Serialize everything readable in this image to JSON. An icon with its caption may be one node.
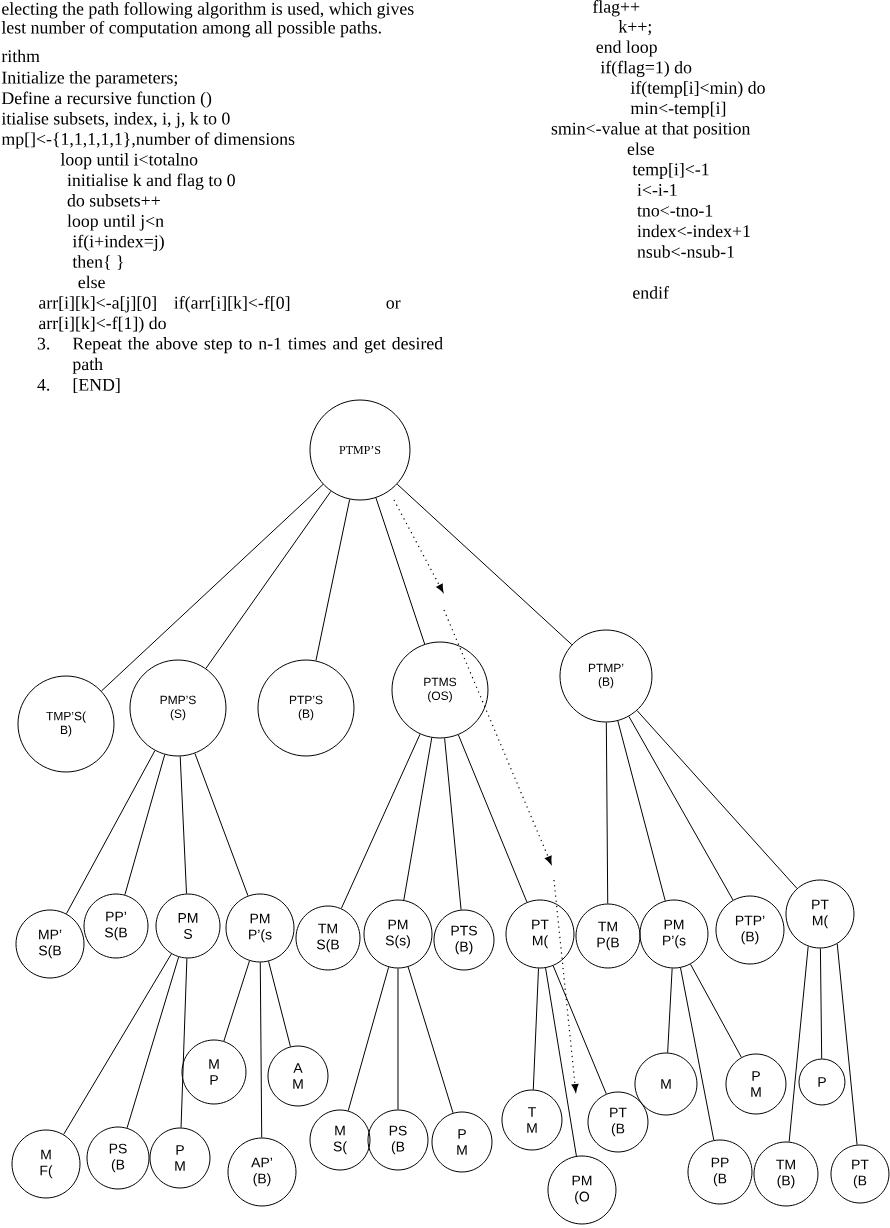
{
  "diagram": {
    "nodes": [
      {
        "text": [
          "PTMP’S"
        ]
      },
      {
        "text": [
          "TMP’S( B)"
        ]
      },
      {
        "text": [
          "PMP’S (S)"
        ]
      },
      {
        "text": [
          "PTP’S (B)"
        ]
      },
      {
        "text": [
          "PTMS (OS)"
        ]
      },
      {
        "text": [
          "PTMP’ (B)"
        ]
      },
      {
        "text": [
          "MP’ S(B"
        ]
      },
      {
        "text": [
          "PP’ S(B"
        ]
      },
      {
        "text": [
          "PM S"
        ]
      },
      {
        "text": [
          "PM P’(s"
        ]
      },
      {
        "text": [
          "TM S(B"
        ]
      },
      {
        "text": [
          "PM S(s)"
        ]
      },
      {
        "text": [
          "PTS (B)"
        ]
      },
      {
        "text": [
          "PT M("
        ]
      },
      {
        "text": [
          "TM P(B"
        ]
      },
      {
        "text": [
          "PM P’(s"
        ]
      },
      {
        "text": [
          "PTP’ (B)"
        ]
      },
      {
        "text": [
          "PT M("
        ]
      },
      {
        "text": [
          "M F("
        ]
      },
      {
        "text": [
          "PS (B"
        ]
      },
      {
        "text": [
          "P M"
        ]
      },
      {
        "text": [
          "M P"
        ]
      },
      {
        "text": [
          "AP’ (B)"
        ]
      },
      {
        "text": [
          "A M"
        ]
      },
      {
        "text": [
          "M S("
        ]
      },
      {
        "text": [
          "PS (B"
        ]
      },
      {
        "text": [
          "P M"
        ]
      },
      {
        "text": [
          "T M"
        ]
      },
      {
        "text": [
          "PM (O"
        ]
      },
      {
        "text": [
          "PT (B"
        ]
      },
      {
        "text": [
          "M"
        ]
      },
      {
        "text": [
          "PP (B"
        ]
      },
      {
        "text": [
          "P M"
        ]
      },
      {
        "text": [
          "TM (B)"
        ]
      },
      {
        "text": [
          "P"
        ]
      },
      {
        "text": [
          "PT (B"
        ]
      }
    ],
    "edges": [
      {
        "from": 0,
        "to": 1,
        "arrow": "none"
      },
      {
        "from": 0,
        "to": 2,
        "arrow": "none"
      },
      {
        "from": 0,
        "to": 3,
        "arrow": "none"
      },
      {
        "from": 0,
        "to": 4,
        "arrow": "none"
      },
      {
        "from": 0,
        "to": 5,
        "arrow": "none"
      },
      {
        "from": 2,
        "to": 6,
        "arrow": "none"
      },
      {
        "from": 2,
        "to": 7,
        "arrow": "none"
      },
      {
        "from": 2,
        "to": 8,
        "arrow": "none"
      },
      {
        "from": 2,
        "to": 9,
        "arrow": "none"
      },
      {
        "from": 4,
        "to": 10,
        "arrow": "none"
      },
      {
        "from": 4,
        "to": 11,
        "arrow": "none"
      },
      {
        "from": 4,
        "to": 12,
        "arrow": "none"
      },
      {
        "from": 4,
        "to": 13,
        "arrow": "none"
      },
      {
        "from": 5,
        "to": 14,
        "arrow": "none"
      },
      {
        "from": 5,
        "to": 15,
        "arrow": "none"
      },
      {
        "from": 5,
        "to": 16,
        "arrow": "none"
      },
      {
        "from": 5,
        "to": 17,
        "arrow": "none"
      },
      {
        "from": 8,
        "to": 18,
        "arrow": "none"
      },
      {
        "from": 8,
        "to": 19,
        "arrow": "none"
      },
      {
        "from": 8,
        "to": 20,
        "arrow": "none"
      },
      {
        "from": 9,
        "to": 21,
        "arrow": "none"
      },
      {
        "from": 9,
        "to": 22,
        "arrow": "none"
      },
      {
        "from": 9,
        "to": 23,
        "arrow": "none"
      },
      {
        "from": 11,
        "to": 24,
        "arrow": "none"
      },
      {
        "from": 11,
        "to": 25,
        "arrow": "none"
      },
      {
        "from": 11,
        "to": 26,
        "arrow": "none"
      },
      {
        "from": 13,
        "to": 27,
        "arrow": "none"
      },
      {
        "from": 13,
        "to": 28,
        "arrow": "none"
      },
      {
        "from": 13,
        "to": 29,
        "arrow": "none"
      },
      {
        "from": 15,
        "to": 30,
        "arrow": "none"
      },
      {
        "from": 15,
        "to": 31,
        "arrow": "none"
      },
      {
        "from": 15,
        "to": 32,
        "arrow": "none"
      },
      {
        "from": 17,
        "to": 33,
        "arrow": "none"
      },
      {
        "from": 17,
        "to": 34,
        "arrow": "none"
      },
      {
        "from": 17,
        "to": 35,
        "arrow": "none"
      }
    ],
    "labels": [
      "electing the path following algorithm is used, which gives",
      "lest number of computation among all possible paths.",
      "rithm",
      "Initialize the parameters;",
      "Define a recursive function ()",
      "itialise subsets, index, i, j, k to 0",
      "mp[]<-{1,1,1,1,1},number of dimensions",
      "loop until i<totalno",
      "initialise k and flag to 0",
      "do subsets++",
      "loop until j<n",
      "if(i+index=j)",
      "then{ }",
      "else",
      "arr[i][k]<-a[j][0]",
      "if(arr[i][k]<-f[0]",
      "or",
      "arr[i][k]<-f[1]) do",
      "3.",
      "Repeat the above step to n-1 times and get desired path",
      "4.",
      "[END]",
      "flag++",
      "k++;",
      "end loop",
      "if(flag=1) do",
      "if(temp[i]<min) do",
      "min<-temp[i]",
      "smin<-value at that position",
      "else",
      "temp[i]<-1",
      "i<-i-1",
      "tno<-tno-1",
      "index<-index+1",
      "nsub<-nsub-1",
      "endif"
    ]
  }
}
